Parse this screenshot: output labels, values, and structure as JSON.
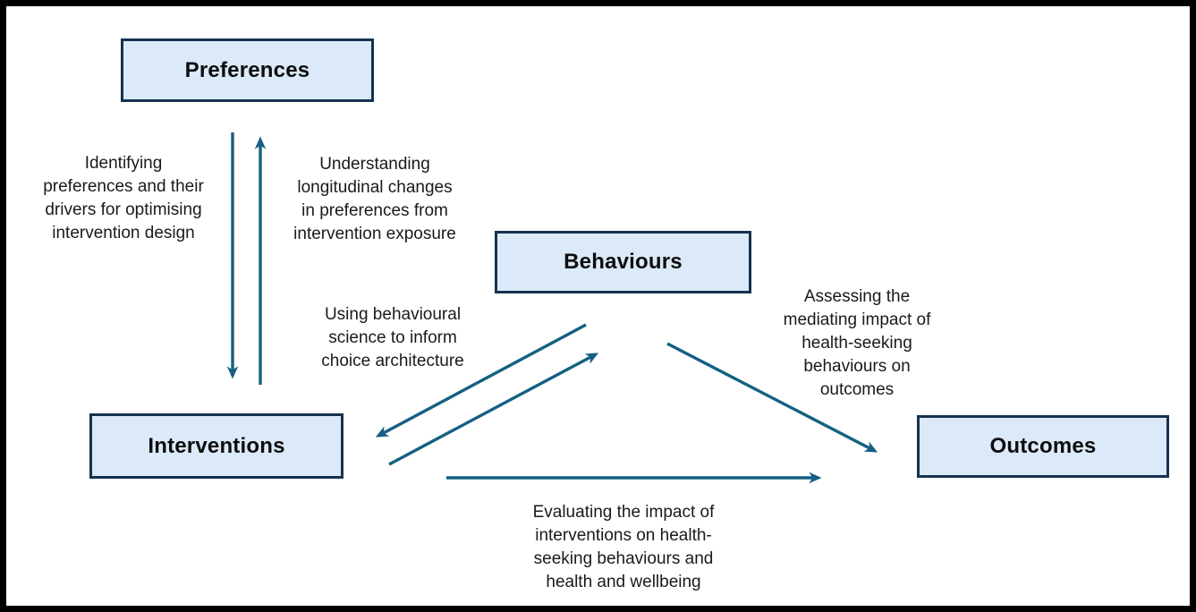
{
  "diagram": {
    "title": "Preferences–Interventions–Behaviours–Outcomes framework",
    "colors": {
      "box_fill": "#dbe9f8",
      "box_border": "#16324f",
      "arrow": "#156082",
      "text": "#1a1a1a",
      "frame": "#000000"
    },
    "nodes": [
      {
        "id": "preferences",
        "label": "Preferences"
      },
      {
        "id": "behaviours",
        "label": "Behaviours"
      },
      {
        "id": "interventions",
        "label": "Interventions"
      },
      {
        "id": "outcomes",
        "label": "Outcomes"
      }
    ],
    "edges": [
      {
        "from": "preferences",
        "to": "interventions",
        "label": "Identifying\npreferences and their\ndrivers for optimising\nintervention design"
      },
      {
        "from": "interventions",
        "to": "preferences",
        "label": "Understanding\nlongitudinal changes\nin preferences from\nintervention exposure"
      },
      {
        "from": "behaviours",
        "to": "interventions",
        "label": "Using behavioural\nscience to inform\nchoice architecture"
      },
      {
        "from": "interventions",
        "to": "behaviours",
        "label": ""
      },
      {
        "from": "behaviours",
        "to": "outcomes",
        "label": "Assessing the\nmediating impact of\nhealth-seeking\nbehaviours on\noutcomes"
      },
      {
        "from": "interventions",
        "to": "outcomes",
        "label": "Evaluating the impact of\ninterventions on health-\nseeking behaviours and\nhealth and wellbeing"
      }
    ]
  }
}
